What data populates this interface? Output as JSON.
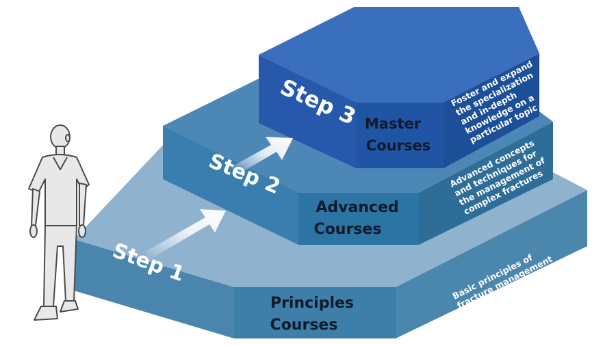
{
  "tiers": [
    {
      "step": "Step 1",
      "course_line1": "Principles",
      "course_line2": "Courses",
      "desc_lines": [
        "Basic principles of",
        "fracture management"
      ]
    },
    {
      "step": "Step 2",
      "course_line1": "Advanced",
      "course_line2": "Courses",
      "desc_lines": [
        "Advanced concepts",
        "and techniques for",
        "the management of",
        "complex fractures"
      ]
    },
    {
      "step": "Step 3",
      "course_line1": "Master",
      "course_line2": "Courses",
      "desc_lines": [
        "Foster and expand",
        "the specialization",
        "and in-depth",
        "knowledge on a",
        "particular topic"
      ]
    }
  ],
  "colors": {
    "tier1_top": "#8fb2ce",
    "tier1_front": "#3d80a8",
    "tier1_side": "#4b86ad",
    "tier2_top": "#4d87b5",
    "tier2_front": "#2c74a3",
    "tier2_side": "#2f6d99",
    "tier3_top": "#2e63b0",
    "tier3_front": "#2156a6",
    "tier3_side": "#1e4f98",
    "figure_fill": "#e8e8e8",
    "figure_stroke": "#555555"
  },
  "icons": [
    "person-figure-icon",
    "arrow-up-right-icon"
  ]
}
